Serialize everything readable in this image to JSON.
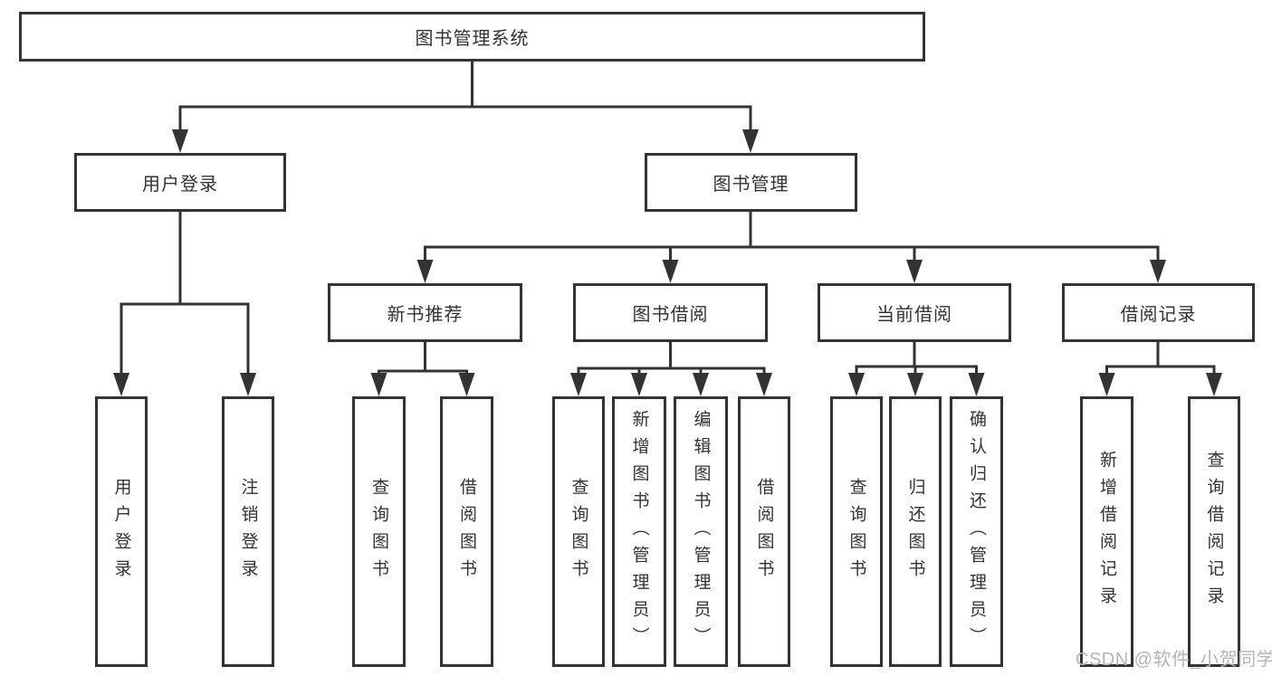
{
  "nodes": {
    "root": "图书管理系统",
    "user_login": "用户登录",
    "book_mgmt": "图书管理",
    "new_book_rec": "新书推荐",
    "book_borrow": "图书借阅",
    "current_borrow": "当前借阅",
    "borrow_records": "借阅记录",
    "user_login_leaf": "用户登录",
    "logout_leaf": "注销登录",
    "rec_query_book": "查询图书",
    "rec_borrow_book": "借阅图书",
    "bor_query_book": "查询图书",
    "bor_add_book": "新增图书（管理员）",
    "bor_edit_book": "编辑图书（管理员）",
    "bor_borrow_book": "借阅图书",
    "cur_query_book": "查询图书",
    "cur_return_book": "归还图书",
    "cur_confirm_return": "确认归还（管理员）",
    "rcd_add_record": "新增借阅记录",
    "rcd_query_record": "查询借阅记录"
  },
  "tree": {
    "图书管理系统": {
      "用户登录": [
        "用户登录",
        "注销登录"
      ],
      "图书管理": {
        "新书推荐": [
          "查询图书",
          "借阅图书"
        ],
        "图书借阅": [
          "查询图书",
          "新增图书（管理员）",
          "编辑图书（管理员）",
          "借阅图书"
        ],
        "当前借阅": [
          "查询图书",
          "归还图书",
          "确认归还（管理员）"
        ],
        "借阅记录": [
          "新增借阅记录",
          "查询借阅记录"
        ]
      }
    }
  },
  "watermark": "CSDN @软件_小贺同学",
  "colors": {
    "line": "#333333",
    "box_border": "#333333",
    "text": "#333333",
    "watermark": "#b5b5b5",
    "background": "#ffffff"
  }
}
